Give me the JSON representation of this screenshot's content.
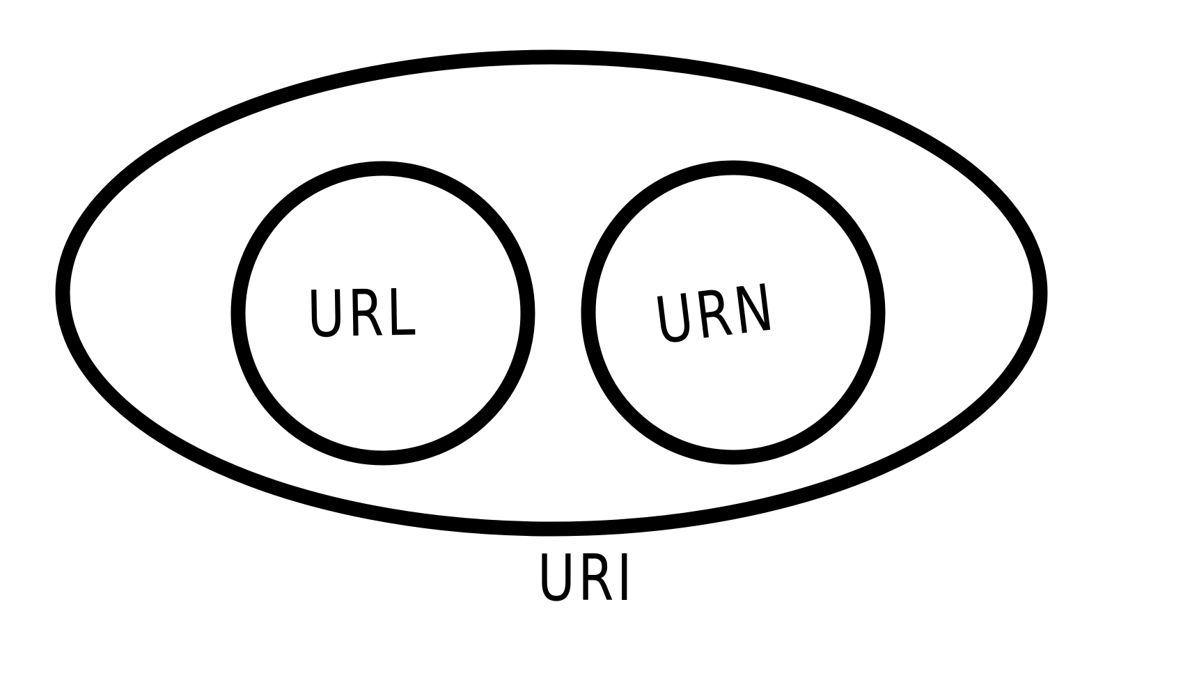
{
  "diagram": {
    "type": "euler-venn",
    "background_color": "#ffffff",
    "stroke_color": "#000000",
    "outer_set": {
      "label": "URI"
    },
    "subsets": [
      {
        "label": "URL"
      },
      {
        "label": "URN"
      }
    ]
  }
}
